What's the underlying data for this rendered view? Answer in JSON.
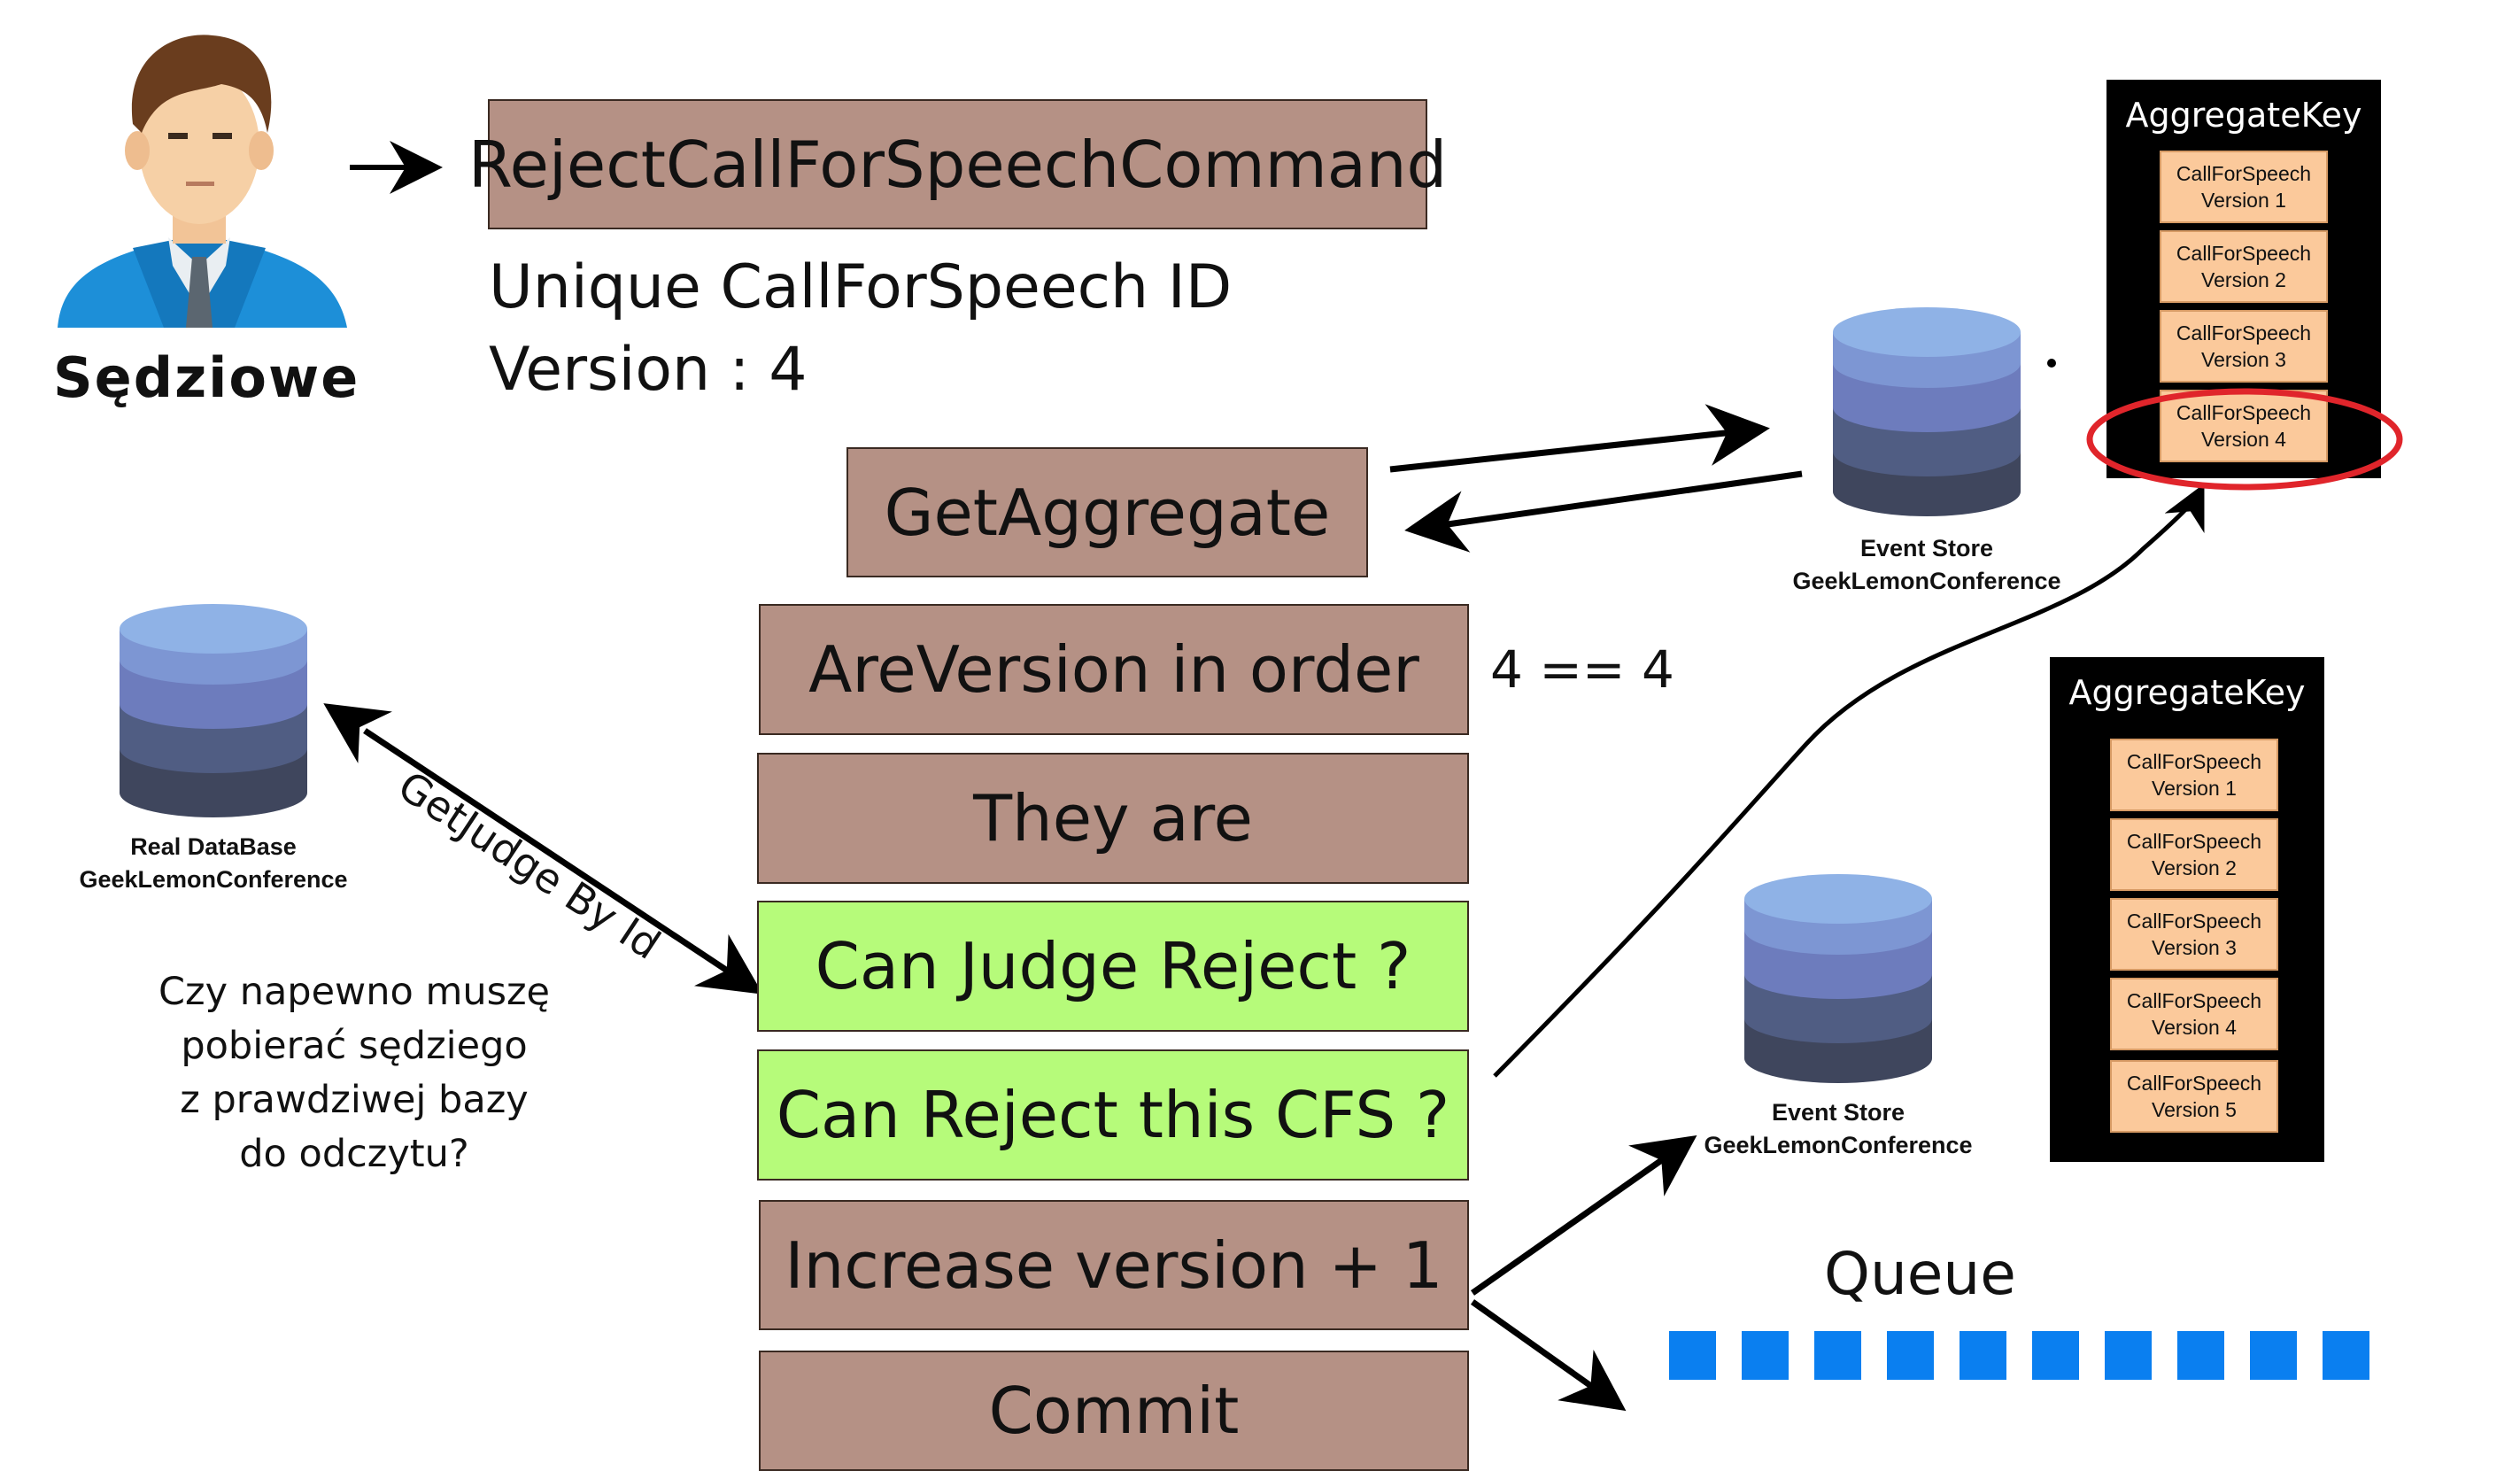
{
  "actor": {
    "label": "Sędziowe",
    "icon": "judge-avatar-icon"
  },
  "command": {
    "label": "RejectCallForSpeechCommand",
    "id_line": "Unique CallForSpeech ID",
    "version_line": "Version : 4"
  },
  "steps": {
    "get_aggregate": "GetAggregate",
    "are_version": "AreVersion in order",
    "they_are": "They are",
    "can_judge": "Can Judge Reject ?",
    "can_reject": "Can Reject this CFS ?",
    "increase": "Increase version + 1",
    "commit": "Commit"
  },
  "version_check": "4 == 4",
  "get_judge_label": "GetJudge By Id",
  "real_db": {
    "line1": "Real DataBase",
    "line2": "GeekLemonConference"
  },
  "event_store_top": {
    "line1": "Event Store",
    "line2": "GeekLemonConference"
  },
  "event_store_bottom": {
    "line1": "Event Store",
    "line2": "GeekLemonConference"
  },
  "question": {
    "line1": "Czy napewno muszę",
    "line2": "pobierać sędziego",
    "line3": "z prawdziwej bazy",
    "line4": "do odczytu?"
  },
  "aggregate_top": {
    "title": "AggregateKey",
    "items": [
      {
        "name": "CallForSpeech",
        "version": "Version 1"
      },
      {
        "name": "CallForSpeech",
        "version": "Version 2"
      },
      {
        "name": "CallForSpeech",
        "version": "Version 3"
      },
      {
        "name": "CallForSpeech",
        "version": "Version 4"
      }
    ],
    "highlighted_item": 4
  },
  "aggregate_bottom": {
    "title": "AggregateKey",
    "items": [
      {
        "name": "CallForSpeech",
        "version": "Version 1"
      },
      {
        "name": "CallForSpeech",
        "version": "Version 2"
      },
      {
        "name": "CallForSpeech",
        "version": "Version 3"
      },
      {
        "name": "CallForSpeech",
        "version": "Version 4"
      },
      {
        "name": "CallForSpeech",
        "version": "Version 5"
      }
    ]
  },
  "queue": {
    "label": "Queue",
    "item_count": 10
  },
  "colors": {
    "step_box": "#b59185",
    "check_box": "#b6fb7a",
    "queue_item": "#0a7ff0",
    "highlight_ring": "#e0252b",
    "version_card": "#fbc99b"
  }
}
